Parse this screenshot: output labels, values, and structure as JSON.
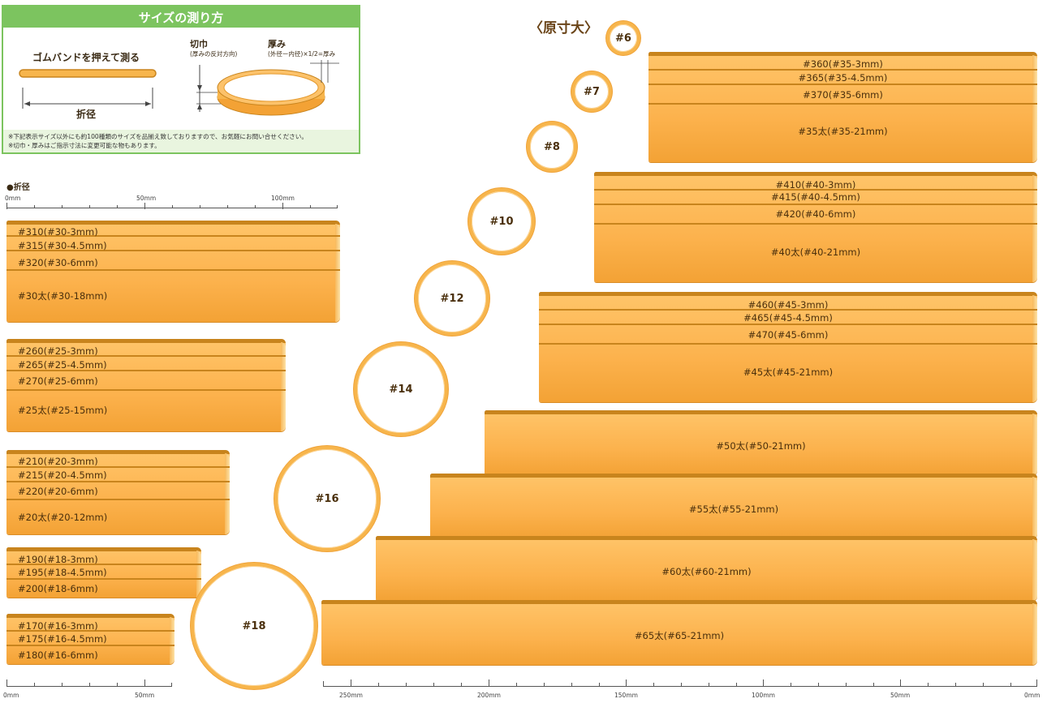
{
  "infobox": {
    "title": "サイズの測り方",
    "press_label": "ゴムバンドを押えて測る",
    "fold_label": "折径",
    "cut_title": "切巾",
    "cut_sub": "(厚みの反対方向)",
    "thick_title": "厚み",
    "thick_sub": "(外径ー内径)×1/2=厚み",
    "note1": "※下記表示サイズ以外にも約100種類のサイズを品揃え致しておりますので、お気軽にお問い合せください。",
    "note2": "※切巾・厚みはご指示寸法に変更可能な物もあります。"
  },
  "actual_size_label": "〈原寸大〉",
  "fold_section_label": "●折径",
  "rings": [
    "#6",
    "#7",
    "#8",
    "#10",
    "#12",
    "#14",
    "#16",
    "#18"
  ],
  "left_ruler": [
    "0mm",
    "50mm",
    "100mm"
  ],
  "bottom_left_ruler": [
    "0mm",
    "50mm"
  ],
  "bottom_ruler": [
    "250mm",
    "200mm",
    "150mm",
    "100mm",
    "50mm",
    "0mm"
  ],
  "groups_left": [
    {
      "labels": [
        "#310(#30-3mm)",
        "#315(#30-4.5mm)",
        "#320(#30-6mm)",
        "#30太(#30-18mm)"
      ]
    },
    {
      "labels": [
        "#260(#25-3mm)",
        "#265(#25-4.5mm)",
        "#270(#25-6mm)",
        "#25太(#25-15mm)"
      ]
    },
    {
      "labels": [
        "#210(#20-3mm)",
        "#215(#20-4.5mm)",
        "#220(#20-6mm)",
        "#20太(#20-12mm)"
      ]
    },
    {
      "labels": [
        "#190(#18-3mm)",
        "#195(#18-4.5mm)",
        "#200(#18-6mm)"
      ]
    },
    {
      "labels": [
        "#170(#16-3mm)",
        "#175(#16-4.5mm)",
        "#180(#16-6mm)"
      ]
    }
  ],
  "groups_right": [
    {
      "labels": [
        "#360(#35-3mm)",
        "#365(#35-4.5mm)",
        "#370(#35-6mm)",
        "#35太(#35-21mm)"
      ]
    },
    {
      "labels": [
        "#410(#40-3mm)",
        "#415(#40-4.5mm)",
        "#420(#40-6mm)",
        "#40太(#40-21mm)"
      ]
    },
    {
      "labels": [
        "#460(#45-3mm)",
        "#465(#45-4.5mm)",
        "#470(#45-6mm)",
        "#45太(#45-21mm)"
      ]
    },
    {
      "labels": [
        "#50太(#50-21mm)"
      ]
    },
    {
      "labels": [
        "#55太(#55-21mm)"
      ]
    },
    {
      "labels": [
        "#60太(#60-21mm)"
      ]
    },
    {
      "labels": [
        "#65太(#65-21mm)"
      ]
    }
  ]
}
